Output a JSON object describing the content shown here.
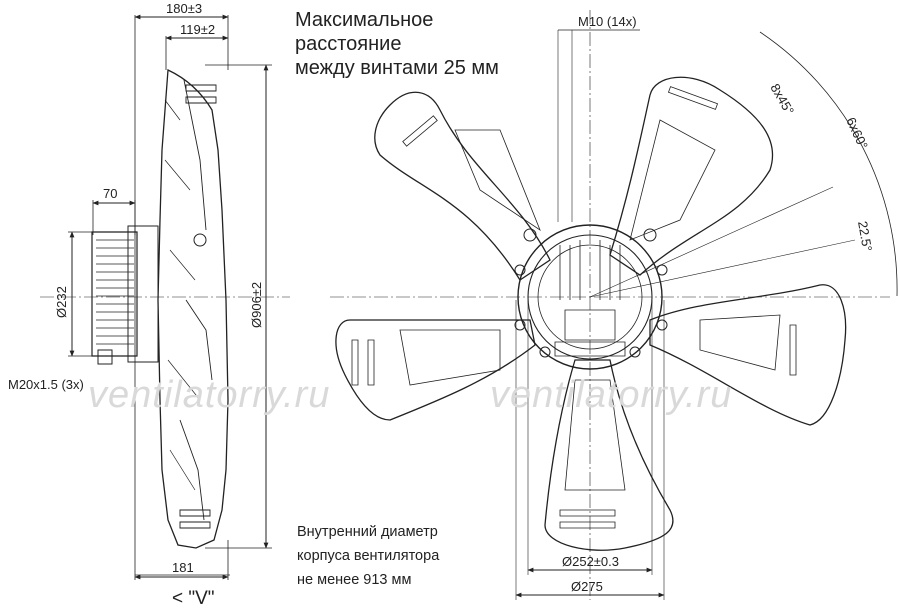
{
  "notes": {
    "top_lines": [
      "Максимальное",
      "расстояние",
      "между винтами 25 мм"
    ],
    "bottom_lines": [
      "Внутренний диаметр",
      "корпуса вентилятора",
      "не менее 913 мм"
    ]
  },
  "watermark": {
    "left": "ventilatorry.ru",
    "right": "ventilatorry.ru"
  },
  "side_view": {
    "dim_180": "180±3",
    "dim_119": "119±2",
    "dim_70": "70",
    "dim_232": "Ø232",
    "dim_906": "Ø906±2",
    "dim_181": "181",
    "cable_gland": "M20x1.5 (3x)",
    "view_label": "< \"V\""
  },
  "front_view": {
    "screw": "M10 (14x)",
    "angle_8x45": "8x45°",
    "angle_6x60": "6x60°",
    "angle_22": "22.5°",
    "dim_252": "Ø252±0.3",
    "dim_275": "Ø275"
  }
}
